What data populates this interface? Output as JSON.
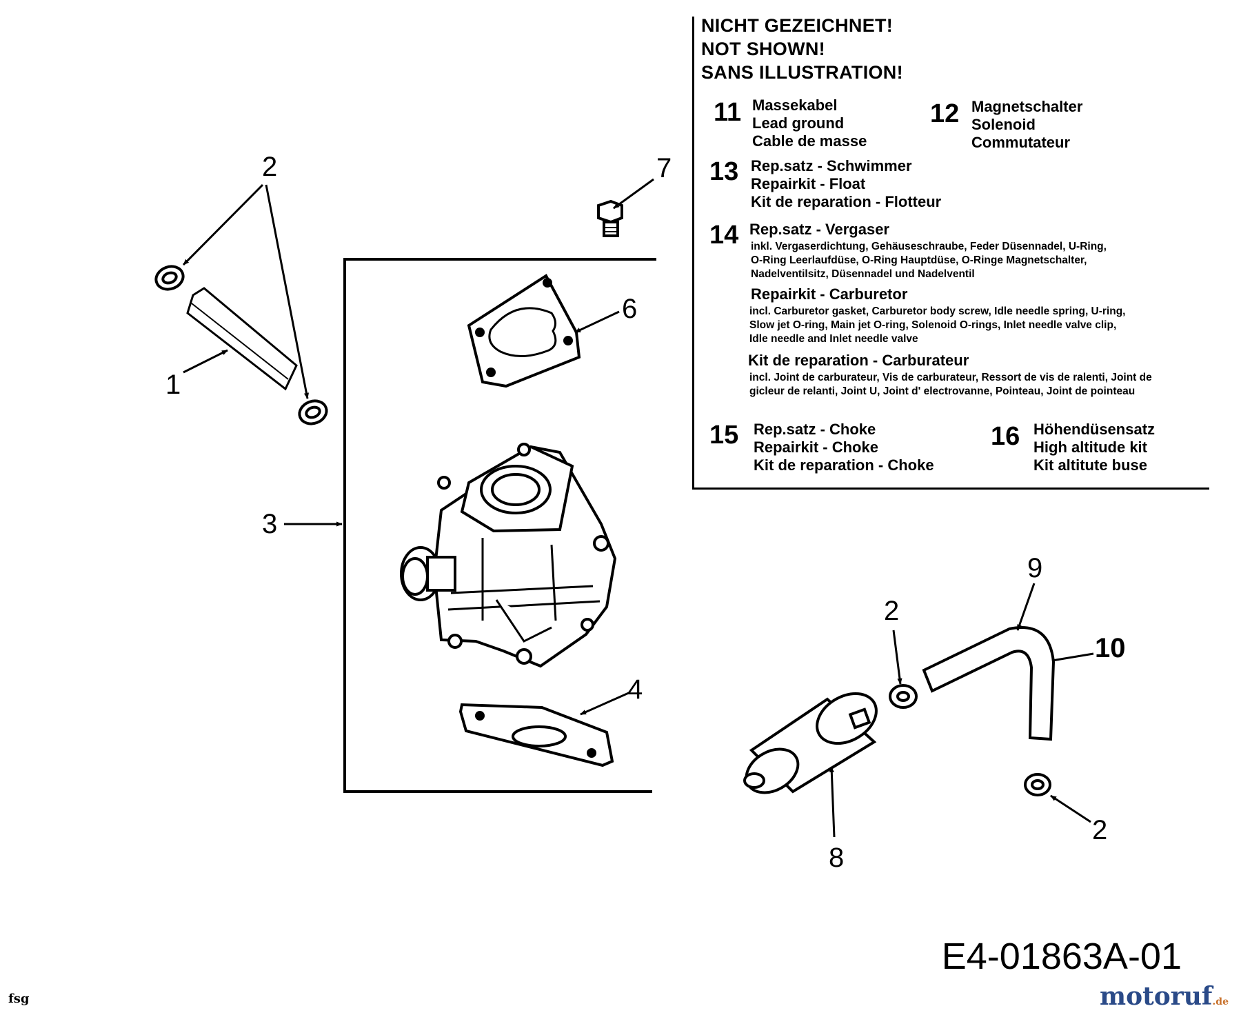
{
  "legend": {
    "headers": [
      "NICHT GEZEICHNET!",
      "NOT SHOWN!",
      "SANS ILLUSTRATION!"
    ],
    "items": [
      {
        "number": "11",
        "lines": [
          "Massekabel",
          "Lead ground",
          "Cable de masse"
        ]
      },
      {
        "number": "12",
        "lines": [
          "Magnetschalter",
          "Solenoid",
          "Commutateur"
        ]
      },
      {
        "number": "13",
        "lines": [
          "Rep.satz - Schwimmer",
          "Repairkit - Float",
          "Kit de reparation - Flotteur"
        ]
      },
      {
        "number": "14",
        "title_de": "Rep.satz - Vergaser",
        "details_de": [
          "inkl. Vergaserdichtung, Gehäuseschraube, Feder Düsennadel, U-Ring,",
          "O-Ring Leerlaufdüse, O-Ring Hauptdüse, O-Ringe Magnetschalter,",
          "Nadelventilsitz, Düsennadel und Nadelventil"
        ],
        "title_en": "Repairkit - Carburetor",
        "details_en": [
          "incl. Carburetor gasket, Carburetor body screw, Idle needle spring, U-ring,",
          "Slow jet O-ring, Main jet O-ring, Solenoid O-rings, Inlet needle valve clip,",
          "Idle needle and Inlet needle valve"
        ],
        "title_fr": "Kit de reparation - Carburateur",
        "details_fr": [
          "incl. Joint de carburateur, Vis de carburateur, Ressort de vis de ralenti, Joint de",
          "gicleur de relanti, Joint U, Joint d' electrovanne, Pointeau, Joint de pointeau"
        ]
      },
      {
        "number": "15",
        "lines": [
          "Rep.satz - Choke",
          "Repairkit - Choke",
          "Kit de reparation - Choke"
        ]
      },
      {
        "number": "16",
        "lines": [
          "Höhendüsensatz",
          "High altitude kit",
          "Kit altitute buse"
        ]
      }
    ]
  },
  "callouts": {
    "c1": "1",
    "c2a": "2",
    "c2b": "2",
    "c2c": "2",
    "c3": "3",
    "c4": "4",
    "c6": "6",
    "c7": "7",
    "c8": "8",
    "c9": "9",
    "c10": "10"
  },
  "footer": {
    "diagram_code": "E4-01863A-01",
    "source_tag": "fsg",
    "watermark": "motoruf",
    "watermark_tld": ".de"
  }
}
